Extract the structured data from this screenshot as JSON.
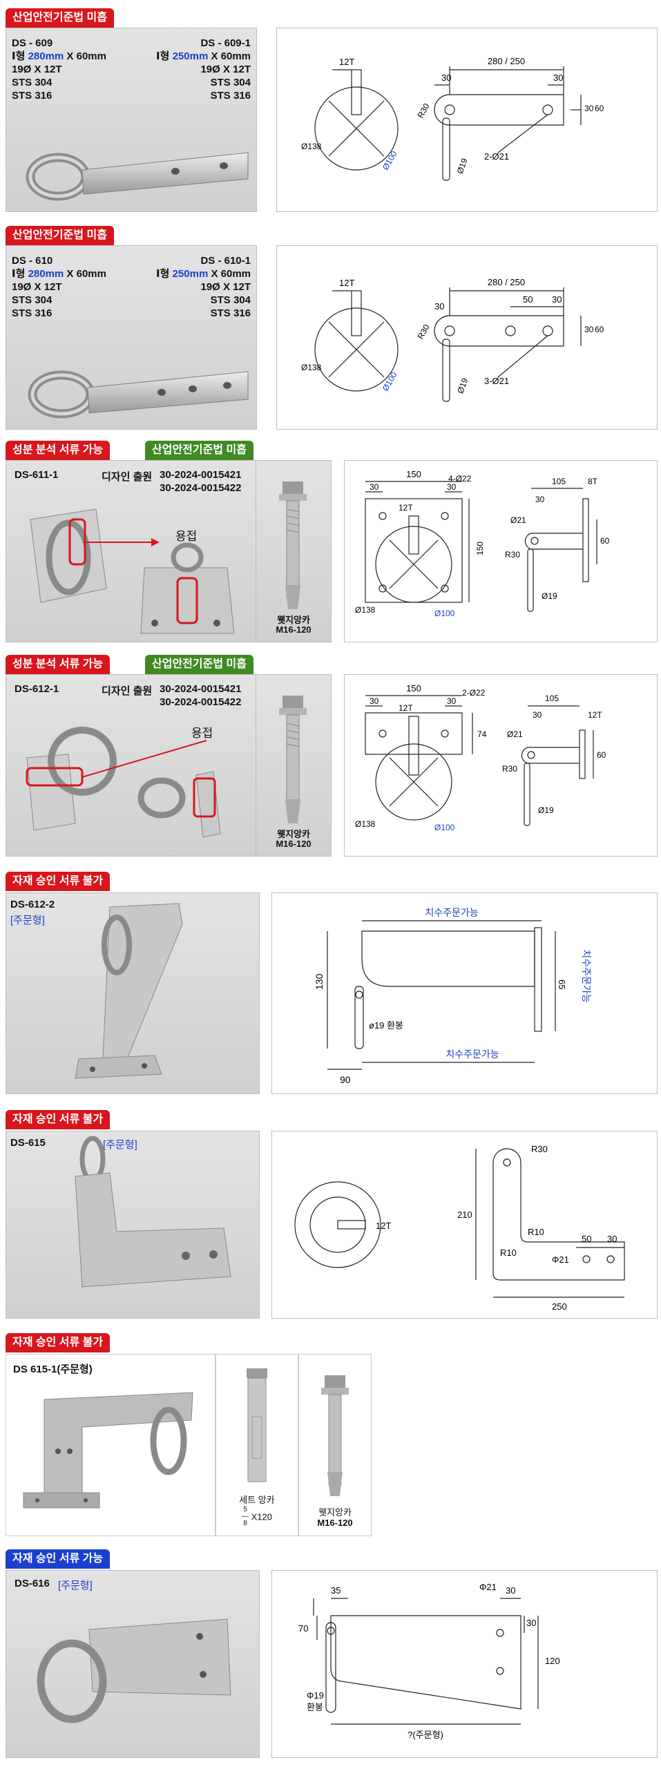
{
  "sections": [
    {
      "id": "ds609",
      "badges": [
        "산업안전기준법 미흡"
      ],
      "left_spec": [
        "DS - 609",
        "Ⅰ형 ",
        "280mm",
        " X 60mm",
        "19Ø X 12T",
        "STS 304",
        "STS 316"
      ],
      "right_spec": [
        "DS - 609-1",
        "Ⅰ형 ",
        "250mm",
        " X 60mm",
        "19Ø X 12T",
        "STS 304",
        "STS 316"
      ],
      "dims": {
        "top": "280 / 250",
        "t": "12T",
        "a": "30",
        "b": "30",
        "h1": "30",
        "h2": "60",
        "r": "R30",
        "d1": "Ø138",
        "d2": "Ø100",
        "rod": "Ø19",
        "holes": "2-Ø21"
      }
    },
    {
      "id": "ds610",
      "badges": [
        "산업안전기준법 미흡"
      ],
      "left_spec": [
        "DS - 610",
        "Ⅰ형 ",
        "280mm",
        " X 60mm",
        "19Ø X 12T",
        "STS 304",
        "STS 316"
      ],
      "right_spec": [
        "DS - 610-1",
        "Ⅰ형 ",
        "250mm",
        " X 60mm",
        "19Ø X 12T",
        "STS 304",
        "STS 316"
      ],
      "dims": {
        "top": "280 / 250",
        "t": "12T",
        "a": "30",
        "m": "50",
        "b": "30",
        "h1": "30",
        "h2": "60",
        "r": "R30",
        "d1": "Ø138",
        "d2": "Ø100",
        "rod": "Ø19",
        "holes": "3-Ø21"
      }
    },
    {
      "id": "ds611",
      "badges": [
        "성분 분석 서류 가능",
        "산업안전기준법 미흡"
      ],
      "model": "DS-611-1",
      "design": [
        "디자인 출원",
        "30-2024-0015421",
        "30-2024-0015422"
      ],
      "weld": "용접",
      "anchor": [
        "웻지앙카",
        "M16-120"
      ],
      "dims": {
        "w": "150",
        "a": "30",
        "b": "30",
        "holes": "4-Ø22",
        "t": "12T",
        "h": "150",
        "d1": "Ø138",
        "d2": "Ø100",
        "side_w": "105",
        "side_a": "30",
        "side_t": "8T",
        "side_h": "60",
        "p": "Ø21",
        "r": "R30",
        "rod": "Ø19"
      }
    },
    {
      "id": "ds612",
      "badges": [
        "성분 분석 서류 가능",
        "산업안전기준법 미흡"
      ],
      "model": "DS-612-1",
      "design": [
        "디자인 출원",
        "30-2024-0015421",
        "30-2024-0015422"
      ],
      "weld": "용접",
      "anchor": [
        "웻지앙카",
        "M16-120"
      ],
      "dims": {
        "w": "150",
        "a": "30",
        "b": "30",
        "holes": "2-Ø22",
        "t": "12T",
        "h": "74",
        "d1": "Ø138",
        "d2": "Ø100",
        "side_w": "105",
        "side_a": "30",
        "side_t": "12T",
        "side_h": "60",
        "p": "Ø21",
        "r": "R30",
        "rod": "Ø19"
      }
    },
    {
      "id": "ds6122",
      "badges": [
        "자재 승인 서류 불가"
      ],
      "model": "DS-612-2",
      "custom": "[주문형]",
      "dims": {
        "top": "치수주문가능",
        "right": "치수주문가능",
        "bottom": "치수주문가능",
        "h": "130",
        "h2": "65",
        "w": "90",
        "rod": "ø19 환봉"
      }
    },
    {
      "id": "ds615",
      "badges": [
        "자재 승인 서류 불가"
      ],
      "model": "DS-615",
      "custom": "[주문형]",
      "dims": {
        "t": "12T",
        "r30": "R30",
        "h": "210",
        "r10a": "R10",
        "r10b": "R10",
        "a": "50",
        "b": "30",
        "p": "Φ21",
        "w": "250"
      }
    },
    {
      "id": "ds6151",
      "badges": [
        "자재 승인 서류 불가"
      ],
      "model": "DS 615-1(주문형)",
      "set_anchor": [
        "세트 앙카",
        "X120"
      ],
      "anchor": [
        "웻지앙카",
        "M16-120"
      ]
    },
    {
      "id": "ds616",
      "badges": [
        "자재 승인 서류 가능"
      ],
      "model": "DS-616",
      "custom": "[주문형]",
      "dims": {
        "a": "35",
        "p": "Φ21",
        "b": "30",
        "c": "30",
        "h": "70",
        "h2": "120",
        "rod": [
          "Φ19",
          "환봉"
        ],
        "w": "?(주문형)"
      }
    }
  ],
  "colors": {
    "red": "#d8161d",
    "green": "#3f8a23",
    "blue": "#1c3fd0",
    "dim_blue": "#1a3ec9"
  }
}
